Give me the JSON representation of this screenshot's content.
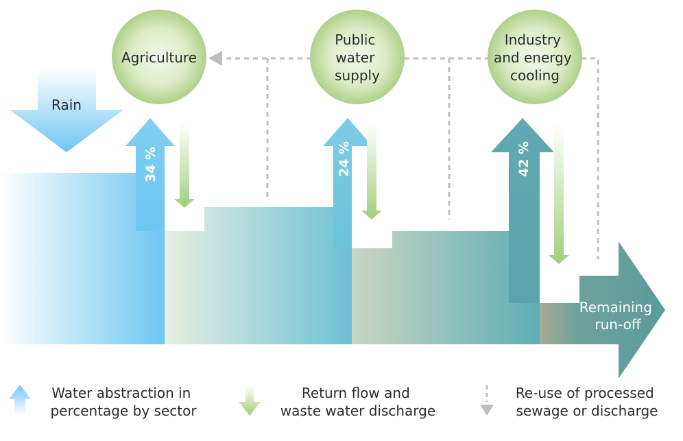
{
  "nodes": {
    "agriculture": "Agriculture",
    "public_water": [
      "Public",
      "water",
      "supply"
    ],
    "industry": [
      "Industry",
      "and energy",
      "cooling"
    ]
  },
  "rain": "Rain",
  "remaining": [
    "Remaining",
    "run-off"
  ],
  "abstraction": {
    "agriculture": "34 %",
    "public_water": "24 %",
    "industry": "42 %"
  },
  "legend": {
    "abstraction": [
      "Water abstraction in",
      "percentage by sector"
    ],
    "return_flow": [
      "Return flow and",
      "waste water discharge"
    ],
    "reuse": [
      "Re-use of processed",
      "sewage or discharge"
    ]
  },
  "colors": {
    "rain_blue": "#6ec6f2",
    "return_green": "#9fcf7a",
    "reuse_grey": "#bdbdbd",
    "teal": "#5aa3a8",
    "circle_green": "#c9e3a8"
  }
}
